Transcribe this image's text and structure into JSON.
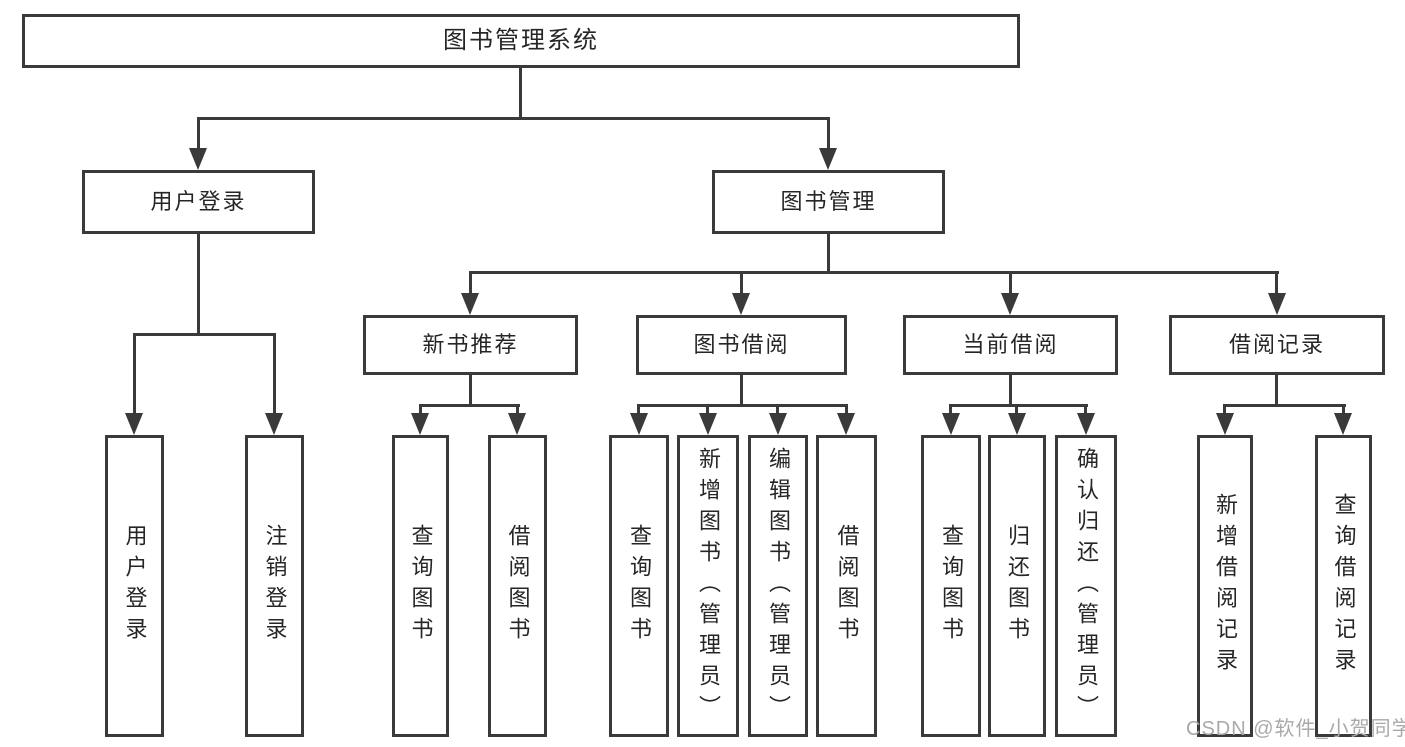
{
  "tree": {
    "label": "图书管理系统",
    "children": [
      {
        "label": "用户登录",
        "children": [
          {
            "label": "用户登录"
          },
          {
            "label": "注销登录"
          }
        ]
      },
      {
        "label": "图书管理",
        "children": [
          {
            "label": "新书推荐",
            "children": [
              {
                "label": "查询图书"
              },
              {
                "label": "借阅图书"
              }
            ]
          },
          {
            "label": "图书借阅",
            "children": [
              {
                "label": "查询图书"
              },
              {
                "label": "新增图书（管理员）"
              },
              {
                "label": "编辑图书（管理员）"
              },
              {
                "label": "借阅图书"
              }
            ]
          },
          {
            "label": "当前借阅",
            "children": [
              {
                "label": "查询图书"
              },
              {
                "label": "归还图书"
              },
              {
                "label": "确认归还（管理员）"
              }
            ]
          },
          {
            "label": "借阅记录",
            "children": [
              {
                "label": "新增借阅记录"
              },
              {
                "label": "查询借阅记录"
              }
            ]
          }
        ]
      }
    ]
  },
  "watermark": {
    "text": "CSDN @软件_小贺同学"
  },
  "colors": {
    "line": "#3a3a3a",
    "text": "#262626",
    "watermark": "#a9a9a9",
    "background": "#ffffff"
  }
}
